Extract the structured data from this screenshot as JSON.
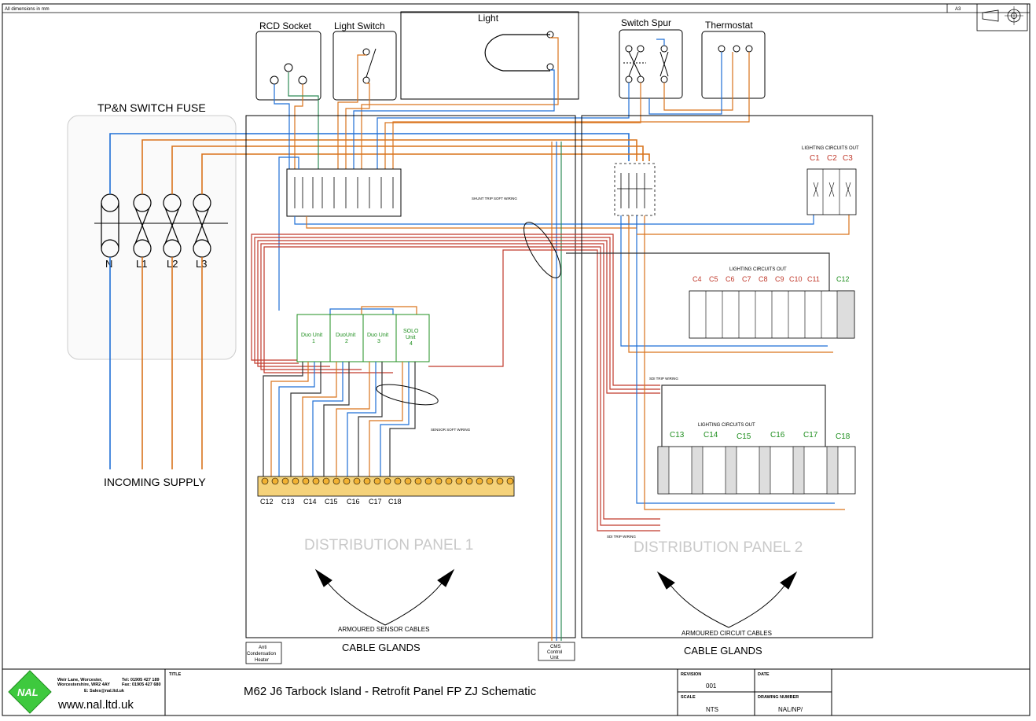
{
  "header": {
    "left_note": "All dimensions in mm",
    "sheet_size": "A3"
  },
  "components": {
    "rcd_socket": "RCD  Socket",
    "light_switch": "Light  Switch",
    "light": "Light",
    "switch_spur": "Switch  Spur",
    "thermostat": "Thermostat"
  },
  "switch_fuse": {
    "title": "TP&N SWITCH FUSE",
    "terminals": [
      "N",
      "L1",
      "L2",
      "L3"
    ],
    "supply_label": "INCOMING SUPPLY"
  },
  "panel1": {
    "name": "DISTRIBUTION PANEL 1",
    "units": [
      {
        "line1": "Duo Unit",
        "line2": "1"
      },
      {
        "line1": "DuoUnit",
        "line2": "2"
      },
      {
        "line1": "Duo Unit",
        "line2": "3"
      },
      {
        "line1": "SOLO",
        "line2": "Unit",
        "line3": "4"
      }
    ],
    "terminal_labels": [
      "C12",
      "C13",
      "C14",
      "C15",
      "C16",
      "C17",
      "C18"
    ],
    "cable_note": "ARMOURED SENSOR CABLES",
    "glands": "CABLE GLANDS",
    "anti_condensation": [
      "Anti",
      "Condensation",
      "Heater"
    ],
    "cms": [
      "CMS",
      "Control",
      "Unit"
    ],
    "wiring_notes": {
      "shunt": "SHUNT TRIP SOFT WIRING",
      "sensor": "SENSOR SOFT WIRING"
    }
  },
  "panel2": {
    "name": "DISTRIBUTION PANEL 2",
    "group1": {
      "title": "LIGHTING CIRCUITS OUT",
      "circuits": [
        "C1",
        "C2",
        "C3"
      ]
    },
    "group2": {
      "title": "LIGHTING CIRCUITS OUT",
      "circuits": [
        "C4",
        "C5",
        "C6",
        "C7",
        "C8",
        "C9",
        "C10",
        "C11",
        "C12"
      ]
    },
    "group3": {
      "title": "LIGHTING CIRCUITS OUT",
      "circuits": [
        "C13",
        "C14",
        "C15",
        "C16",
        "C17",
        "C18"
      ]
    },
    "cable_note": "ARMOURED CIRCUIT CABLES",
    "glands": "CABLE GLANDS",
    "wiring_notes": {
      "top": "SDI TRIP WIRING",
      "bottom": "SDI TRIP WIRING"
    }
  },
  "title_block": {
    "company_lines": [
      "Weir Lane, Worcester,",
      "Worcestershire, WR2 4AY",
      "Tel: 01905 427 189",
      "Fax: 01905 427 680",
      "E: Sales@nal.ltd.uk"
    ],
    "logo_text": "NAL",
    "website": "www.nal.ltd.uk",
    "title_label": "TITLE",
    "title": "M62 J6 Tarbock Island - Retrofit Panel FP ZJ Schematic",
    "revision_label": "REVISION",
    "revision": "001",
    "date_label": "DATE",
    "scale_label": "SCALE",
    "scale": "NTS",
    "drawing_number_label": "DRAWING NUMBER",
    "drawing_number": "NAL/NP/"
  },
  "colors": {
    "neutral": "#1f6fd6",
    "line": "#d9731c",
    "trip": "#c0392b",
    "sensor": "#333333",
    "earth": "#2e8b57",
    "unit_green": "#1f8f1f",
    "panel_label": "#c9c9c9"
  }
}
